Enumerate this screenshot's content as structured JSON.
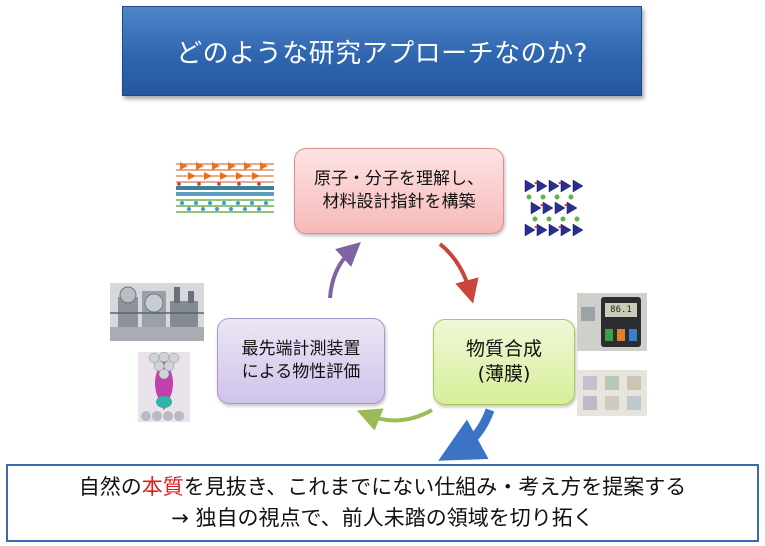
{
  "title": "どのような研究アプローチなのか?",
  "nodes": {
    "atoms": {
      "line1": "原子・分子を理解し、",
      "line2": "材料設計指針を構築"
    },
    "synthesis": {
      "line1": "物質合成",
      "line2": "(薄膜)"
    },
    "measurement": {
      "line1": "最先端計測装置",
      "line2": "による物性評価"
    }
  },
  "conclusion": {
    "line1_a": "自然の",
    "line1_highlight": "本質",
    "line1_b": "を見抜き、これまでにない仕組み・考え方を提案する",
    "line2": "→ 独自の視点で、前人未踏の領域を切り拓く"
  },
  "tester": {
    "reading": "86.1"
  },
  "colors": {
    "title_bg": "#2f66b0",
    "arrow_red": "#c9463a",
    "arrow_blue": "#3b74c4",
    "arrow_green": "#9bbb59",
    "arrow_purple": "#8064a2",
    "highlight": "#e31b1b"
  }
}
